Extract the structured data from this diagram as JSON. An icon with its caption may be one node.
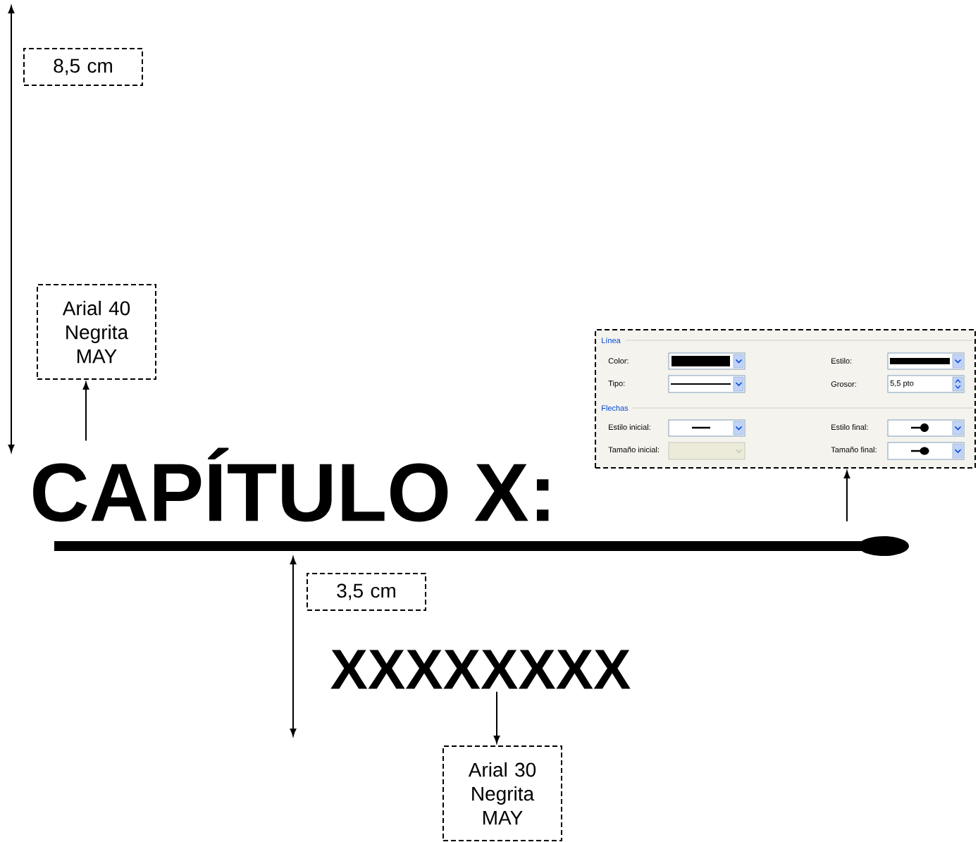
{
  "diagram": {
    "nodes": [
      {
        "text": [
          "8,5 cm"
        ]
      },
      {
        "text": [
          "Arial 40 Negrita MAY"
        ]
      },
      {
        "text": [
          "CAPÍTULO X:"
        ]
      },
      {
        "text": [
          "Línea",
          "Color:",
          "Estilo:",
          "Tipo:",
          "Grosor:",
          "5,5 pto",
          "Flechas",
          "Estilo inicial:",
          "Estilo final:",
          "Tamaño inicial:",
          "Tamaño final:"
        ]
      },
      {
        "text": [],
        "shape": "bar"
      },
      {
        "text": [
          "3,5 cm"
        ]
      },
      {
        "text": [
          "XXXXXXXX"
        ]
      },
      {
        "text": [
          "Arial 30 Negrita MAY"
        ]
      }
    ],
    "edges": [
      {
        "from": 2,
        "to": 1,
        "arrow": "to"
      },
      {
        "from": 4,
        "to": 3,
        "arrow": "to"
      },
      {
        "from": 6,
        "to": 7,
        "arrow": "to"
      }
    ]
  }
}
